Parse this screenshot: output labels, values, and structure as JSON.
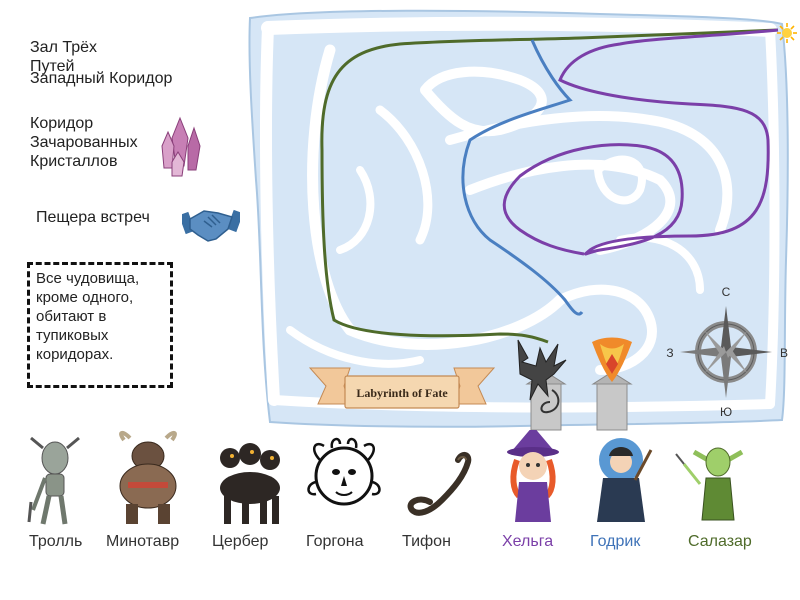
{
  "locations": {
    "hall_three_paths": "Зал Трёх Путей",
    "west_corridor": "Западный Коридор",
    "crystals_corridor": "Коридор Зачарованных Кристаллов",
    "meeting_cave": "Пещера встреч"
  },
  "note": "Все чудовища, кроме одного, обитают в тупиковых коридорах.",
  "banner": "Labyrinth of Fate",
  "compass": {
    "north": "С",
    "south": "Ю",
    "west": "З",
    "east": "В"
  },
  "characters": [
    {
      "name": "Тролль",
      "color": "#333333"
    },
    {
      "name": "Минотавр",
      "color": "#333333"
    },
    {
      "name": "Цербер",
      "color": "#333333"
    },
    {
      "name": "Горгона",
      "color": "#333333"
    },
    {
      "name": "Тифон",
      "color": "#333333"
    },
    {
      "name": "Хельга",
      "color": "#7b3fa8"
    },
    {
      "name": "Годрик",
      "color": "#3f73b8"
    },
    {
      "name": "Салазар",
      "color": "#4f6b2a"
    }
  ],
  "path_colors": {
    "helga": "#7b3fa8",
    "godric": "#4a7fc1",
    "salazar": "#4f6b2a"
  }
}
